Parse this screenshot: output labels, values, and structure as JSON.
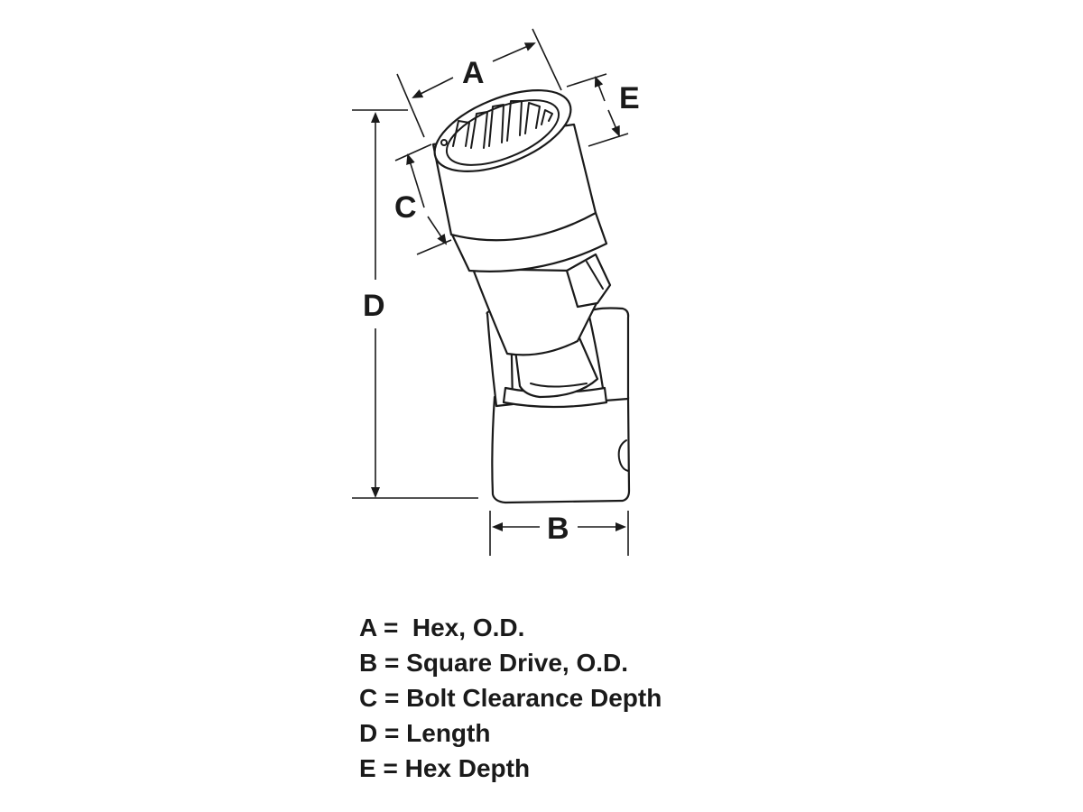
{
  "dimension_labels": {
    "a": "A",
    "b": "B",
    "c": "C",
    "d": "D",
    "e": "E"
  },
  "legend": [
    {
      "key": "A",
      "sep": " =  ",
      "text": "Hex, O.D."
    },
    {
      "key": "B",
      "sep": " = ",
      "text": "Square Drive, O.D."
    },
    {
      "key": "C",
      "sep": " = ",
      "text": "Bolt Clearance Depth"
    },
    {
      "key": "D",
      "sep": " = ",
      "text": "Length"
    },
    {
      "key": "E",
      "sep": " = ",
      "text": "Hex Depth"
    }
  ],
  "colors": {
    "ink": "#1a1a1a",
    "background": "#ffffff"
  },
  "icons": [
    "universal-joint-socket-icon"
  ]
}
